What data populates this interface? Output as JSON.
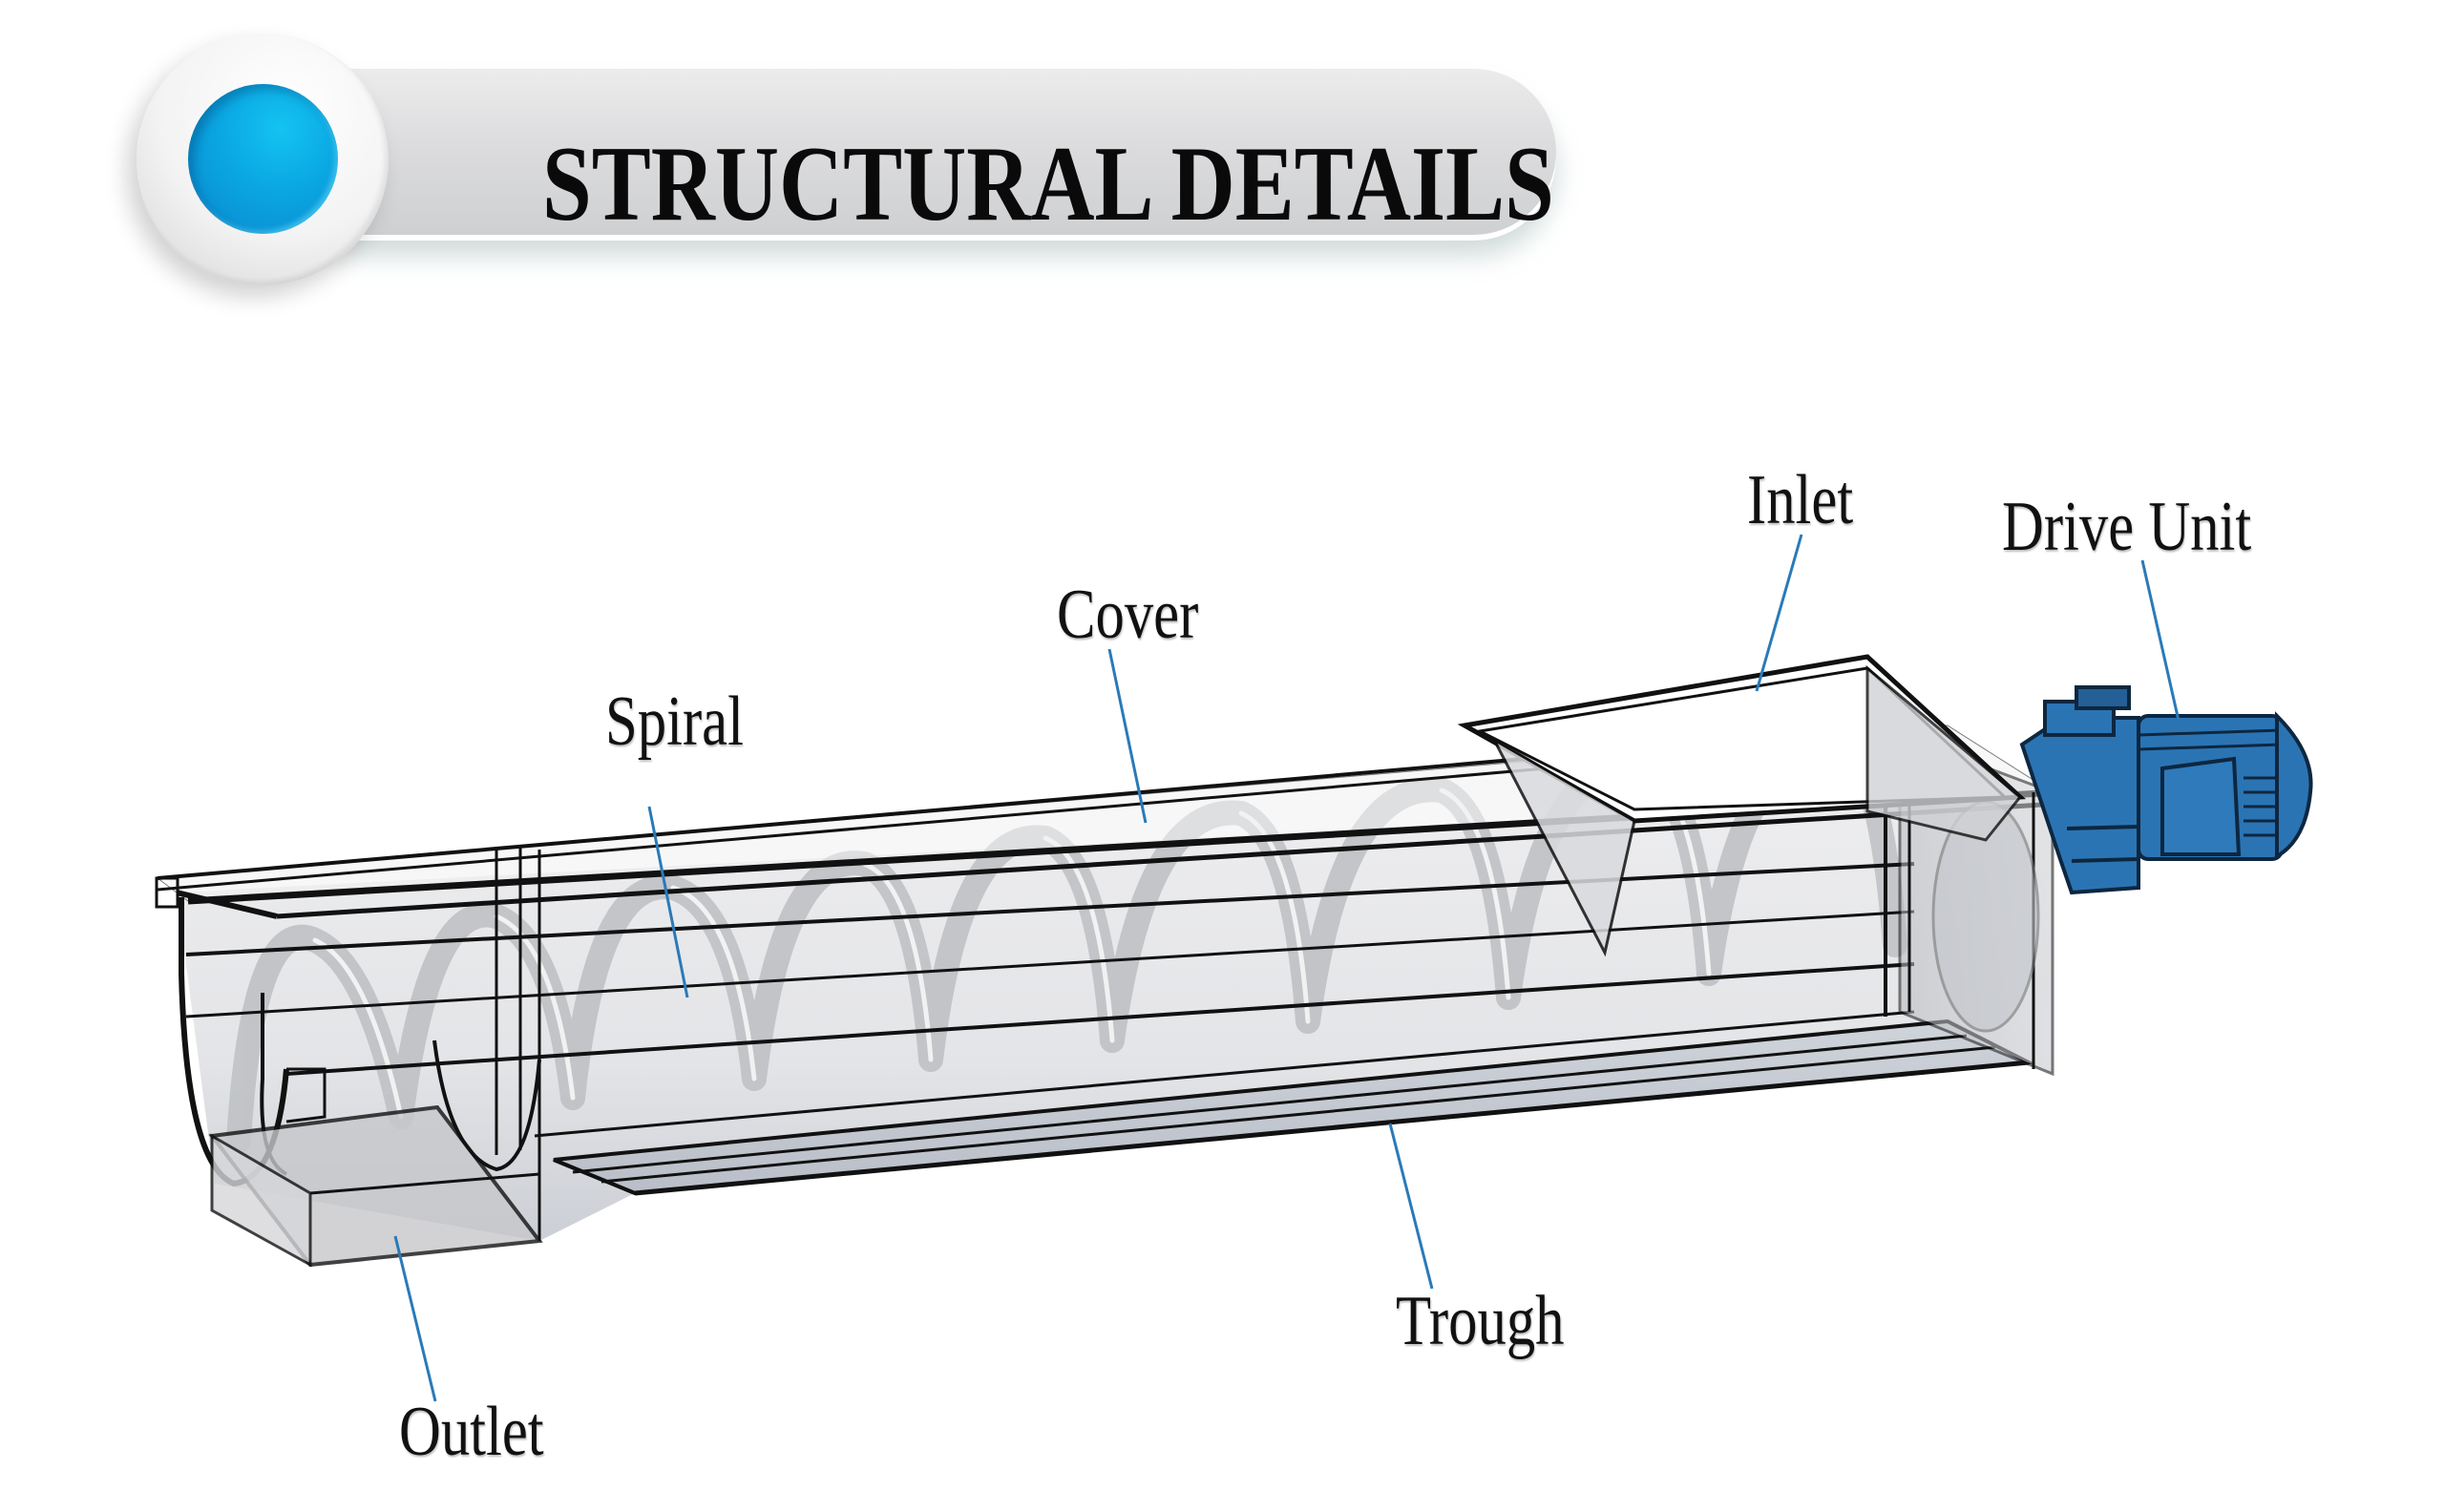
{
  "header": {
    "title": "STRUCTURAL DETAILS",
    "accent_color": "#0aa6e2"
  },
  "diagram": {
    "subject": "Screw conveyor",
    "motor_color": "#2b74b3",
    "leader_color": "#2a7ab8",
    "labels": [
      {
        "id": "inlet",
        "text": "Inlet"
      },
      {
        "id": "drive-unit",
        "text": "Drive Unit"
      },
      {
        "id": "cover",
        "text": "Cover"
      },
      {
        "id": "spiral",
        "text": "Spiral"
      },
      {
        "id": "trough",
        "text": "Trough"
      },
      {
        "id": "outlet",
        "text": "Outlet"
      }
    ]
  }
}
